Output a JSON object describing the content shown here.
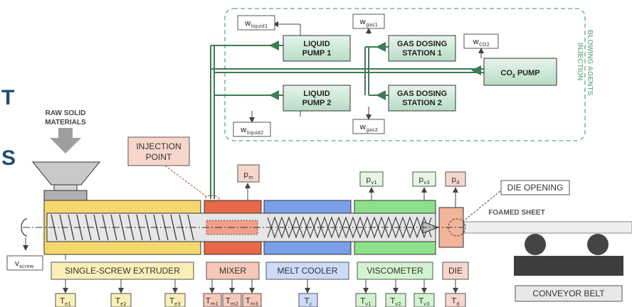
{
  "partial_letters": {
    "top": "T",
    "bottom": "S"
  },
  "inputs": {
    "raw_solid_1": "RAW SOLID",
    "raw_solid_2": "MATERIALS"
  },
  "blowing_agents": {
    "line1": "BLOWING AGENTS",
    "line2": "INJECTION"
  },
  "pumps": {
    "liquid1_a": "LIQUID",
    "liquid1_b": "PUMP 1",
    "liquid2_a": "LIQUID",
    "liquid2_b": "PUMP 2",
    "gas1_a": "GAS DOSING",
    "gas1_b": "STATION 1",
    "gas2_a": "GAS DOSING",
    "gas2_b": "STATION 2",
    "co2": "CO",
    "co2_sub": "2",
    "co2_tail": " PUMP"
  },
  "flows": {
    "liquid1": {
      "base": "w",
      "sub": "liquid1"
    },
    "liquid2": {
      "base": "w",
      "sub": "liquid2"
    },
    "gas1": {
      "base": "w",
      "sub": "gas1"
    },
    "gas2": {
      "base": "w",
      "sub": "gas2"
    },
    "co2": {
      "base": "w",
      "sub": "CO2"
    }
  },
  "injection_point": {
    "line1": "INJECTION",
    "line2": "POINT"
  },
  "pressures": {
    "pm": {
      "base": "p",
      "sub": "m"
    },
    "pv1": {
      "base": "p",
      "sub": "v1"
    },
    "pv3": {
      "base": "p",
      "sub": "v3"
    },
    "pd": {
      "base": "p",
      "sub": "d"
    }
  },
  "die_opening": "DIE OPENING",
  "foamed_sheet": "FOAMED SHEET",
  "vscrew": {
    "base": "v",
    "sub": "screw"
  },
  "sections": {
    "extruder": "SINGLE-SCREW EXTRUDER",
    "mixer": "MIXER",
    "cooler": "MELT COOLER",
    "viscometer": "VISCOMETER",
    "die": "DIE",
    "conveyor": "CONVEYOR BELT"
  },
  "temperatures": {
    "te1": {
      "base": "T",
      "sub": "e1"
    },
    "te2": {
      "base": "T",
      "sub": "e2"
    },
    "te3": {
      "base": "T",
      "sub": "e3"
    },
    "tm1": {
      "base": "T",
      "sub": "m1"
    },
    "tm2": {
      "base": "T",
      "sub": "m2"
    },
    "tm3": {
      "base": "T",
      "sub": "m3"
    },
    "tc": {
      "base": "T",
      "sub": "c"
    },
    "tv1": {
      "base": "T",
      "sub": "v1"
    },
    "tv2": {
      "base": "T",
      "sub": "v2"
    },
    "tv3": {
      "base": "T",
      "sub": "v3"
    },
    "td": {
      "base": "T",
      "sub": "d"
    }
  },
  "colors": {
    "extruder": "#f5d76e",
    "mixer": "#e8694a",
    "cooler": "#7a9fe8",
    "viscometer": "#8ee08a",
    "die": "#f2b49a",
    "pump": "#c9e6d6",
    "pipe": "#3f7a57"
  }
}
